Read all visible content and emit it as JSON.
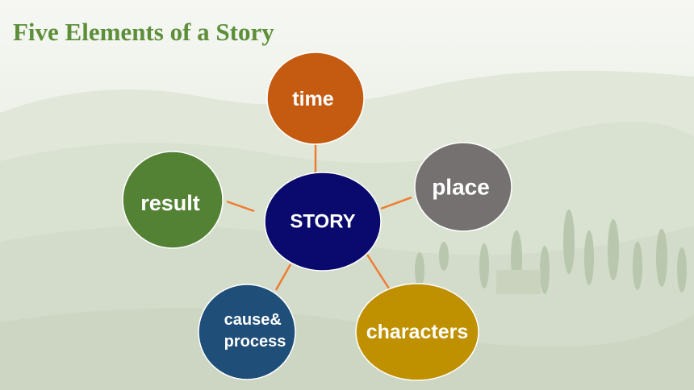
{
  "slide": {
    "title": "Five Elements of a Story"
  },
  "diagram": {
    "center": {
      "label": "STORY",
      "color": "#0a0a6e"
    },
    "elements": [
      {
        "id": "time",
        "label": "time",
        "color": "#c55a11"
      },
      {
        "id": "place",
        "label": "place",
        "color": "#767171"
      },
      {
        "id": "characters",
        "label": "characters",
        "color": "#bf9000"
      },
      {
        "id": "cause-process",
        "label": "cause& process",
        "color": "#1f4e79"
      },
      {
        "id": "result",
        "label": "result",
        "color": "#548235"
      }
    ],
    "connector_color": "#ed7d31"
  }
}
